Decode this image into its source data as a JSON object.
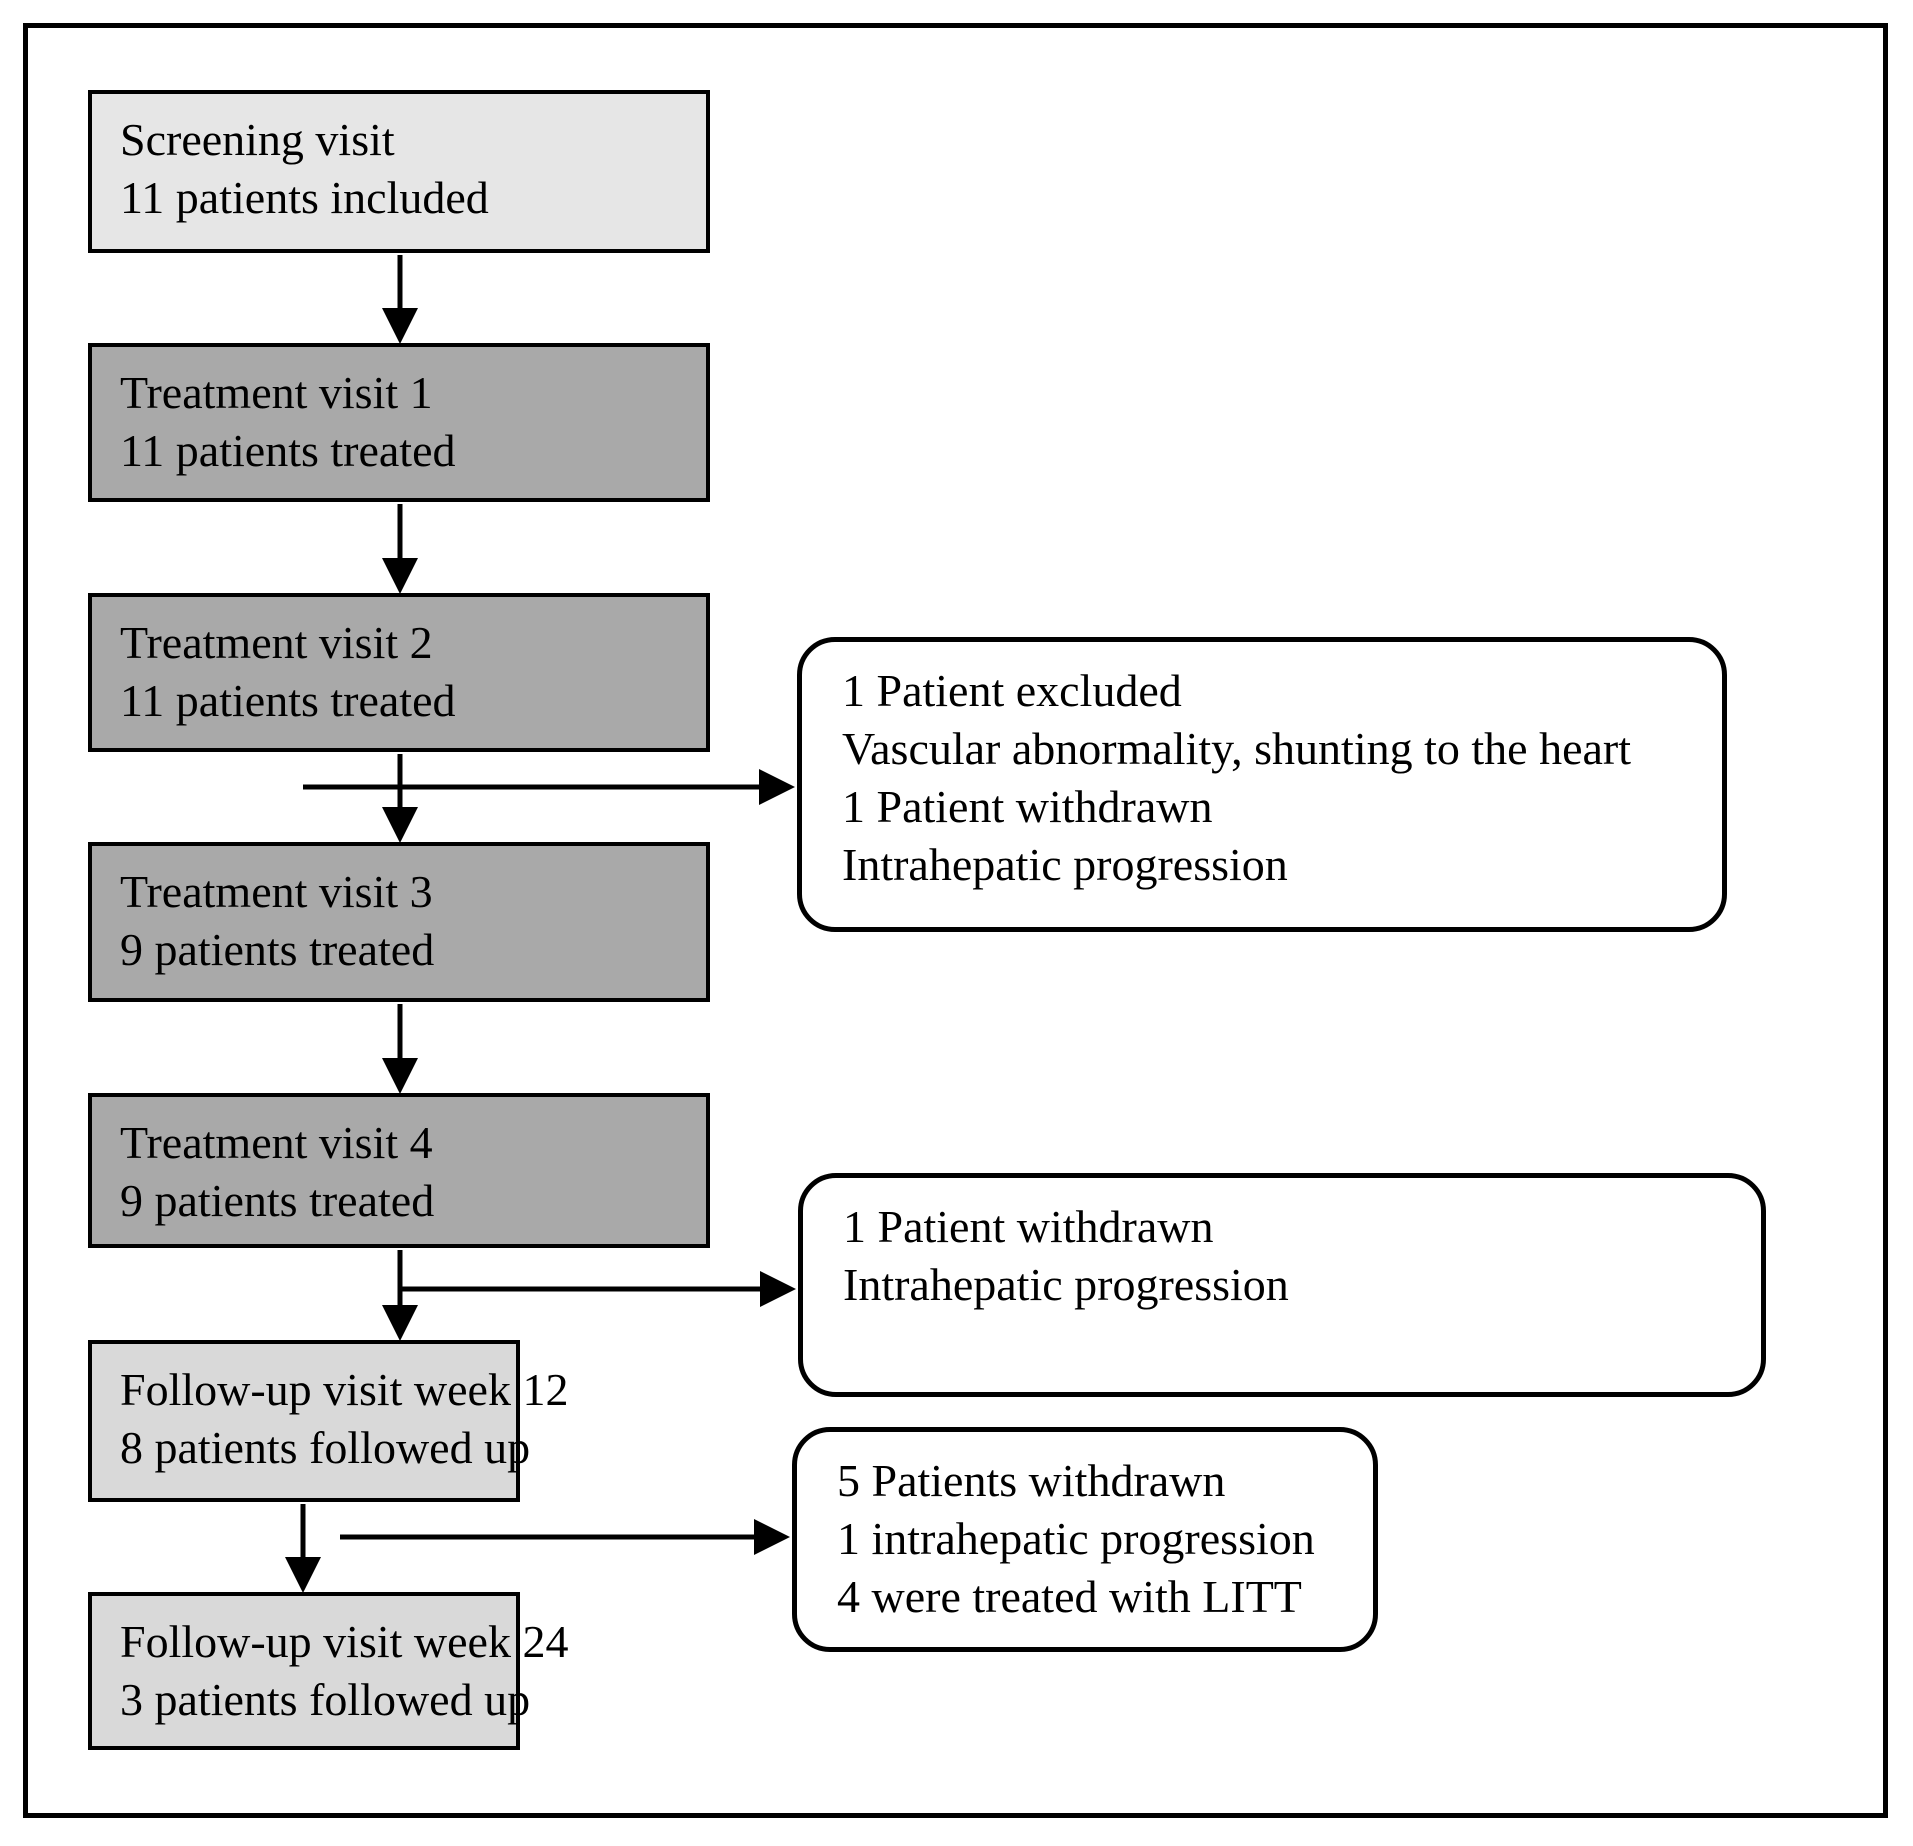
{
  "diagram": {
    "flow_boxes": [
      {
        "line1": "Screening visit",
        "line2": "11 patients included"
      },
      {
        "line1": "Treatment visit 1",
        "line2": "11 patients treated"
      },
      {
        "line1": "Treatment visit 2",
        "line2": "11 patients treated"
      },
      {
        "line1": "Treatment visit 3",
        "line2": "9 patients treated"
      },
      {
        "line1": "Treatment visit 4",
        "line2": "9 patients treated"
      },
      {
        "line1": "Follow-up visit week 12",
        "line2": "8 patients followed up"
      },
      {
        "line1": "Follow-up visit week 24",
        "line2": "3 patients followed up"
      }
    ],
    "side_boxes": [
      {
        "lines": [
          "1 Patient excluded",
          "Vascular abnormality, shunting to the heart",
          "1 Patient withdrawn",
          "Intrahepatic progression"
        ]
      },
      {
        "lines": [
          "1 Patient withdrawn",
          "Intrahepatic progression"
        ]
      },
      {
        "lines": [
          "5 Patients withdrawn",
          "1 intrahepatic progression",
          "4 were treated with LITT"
        ]
      }
    ],
    "colors": {
      "background": "#ffffff",
      "border": "#000000",
      "line": "#000000",
      "text": "#000000",
      "screening_fill": "#e6e6e6",
      "treatment_fill": "#a9a9a9",
      "followup_fill": "#d9d9d9",
      "sidebox_fill": "#ffffff"
    }
  }
}
